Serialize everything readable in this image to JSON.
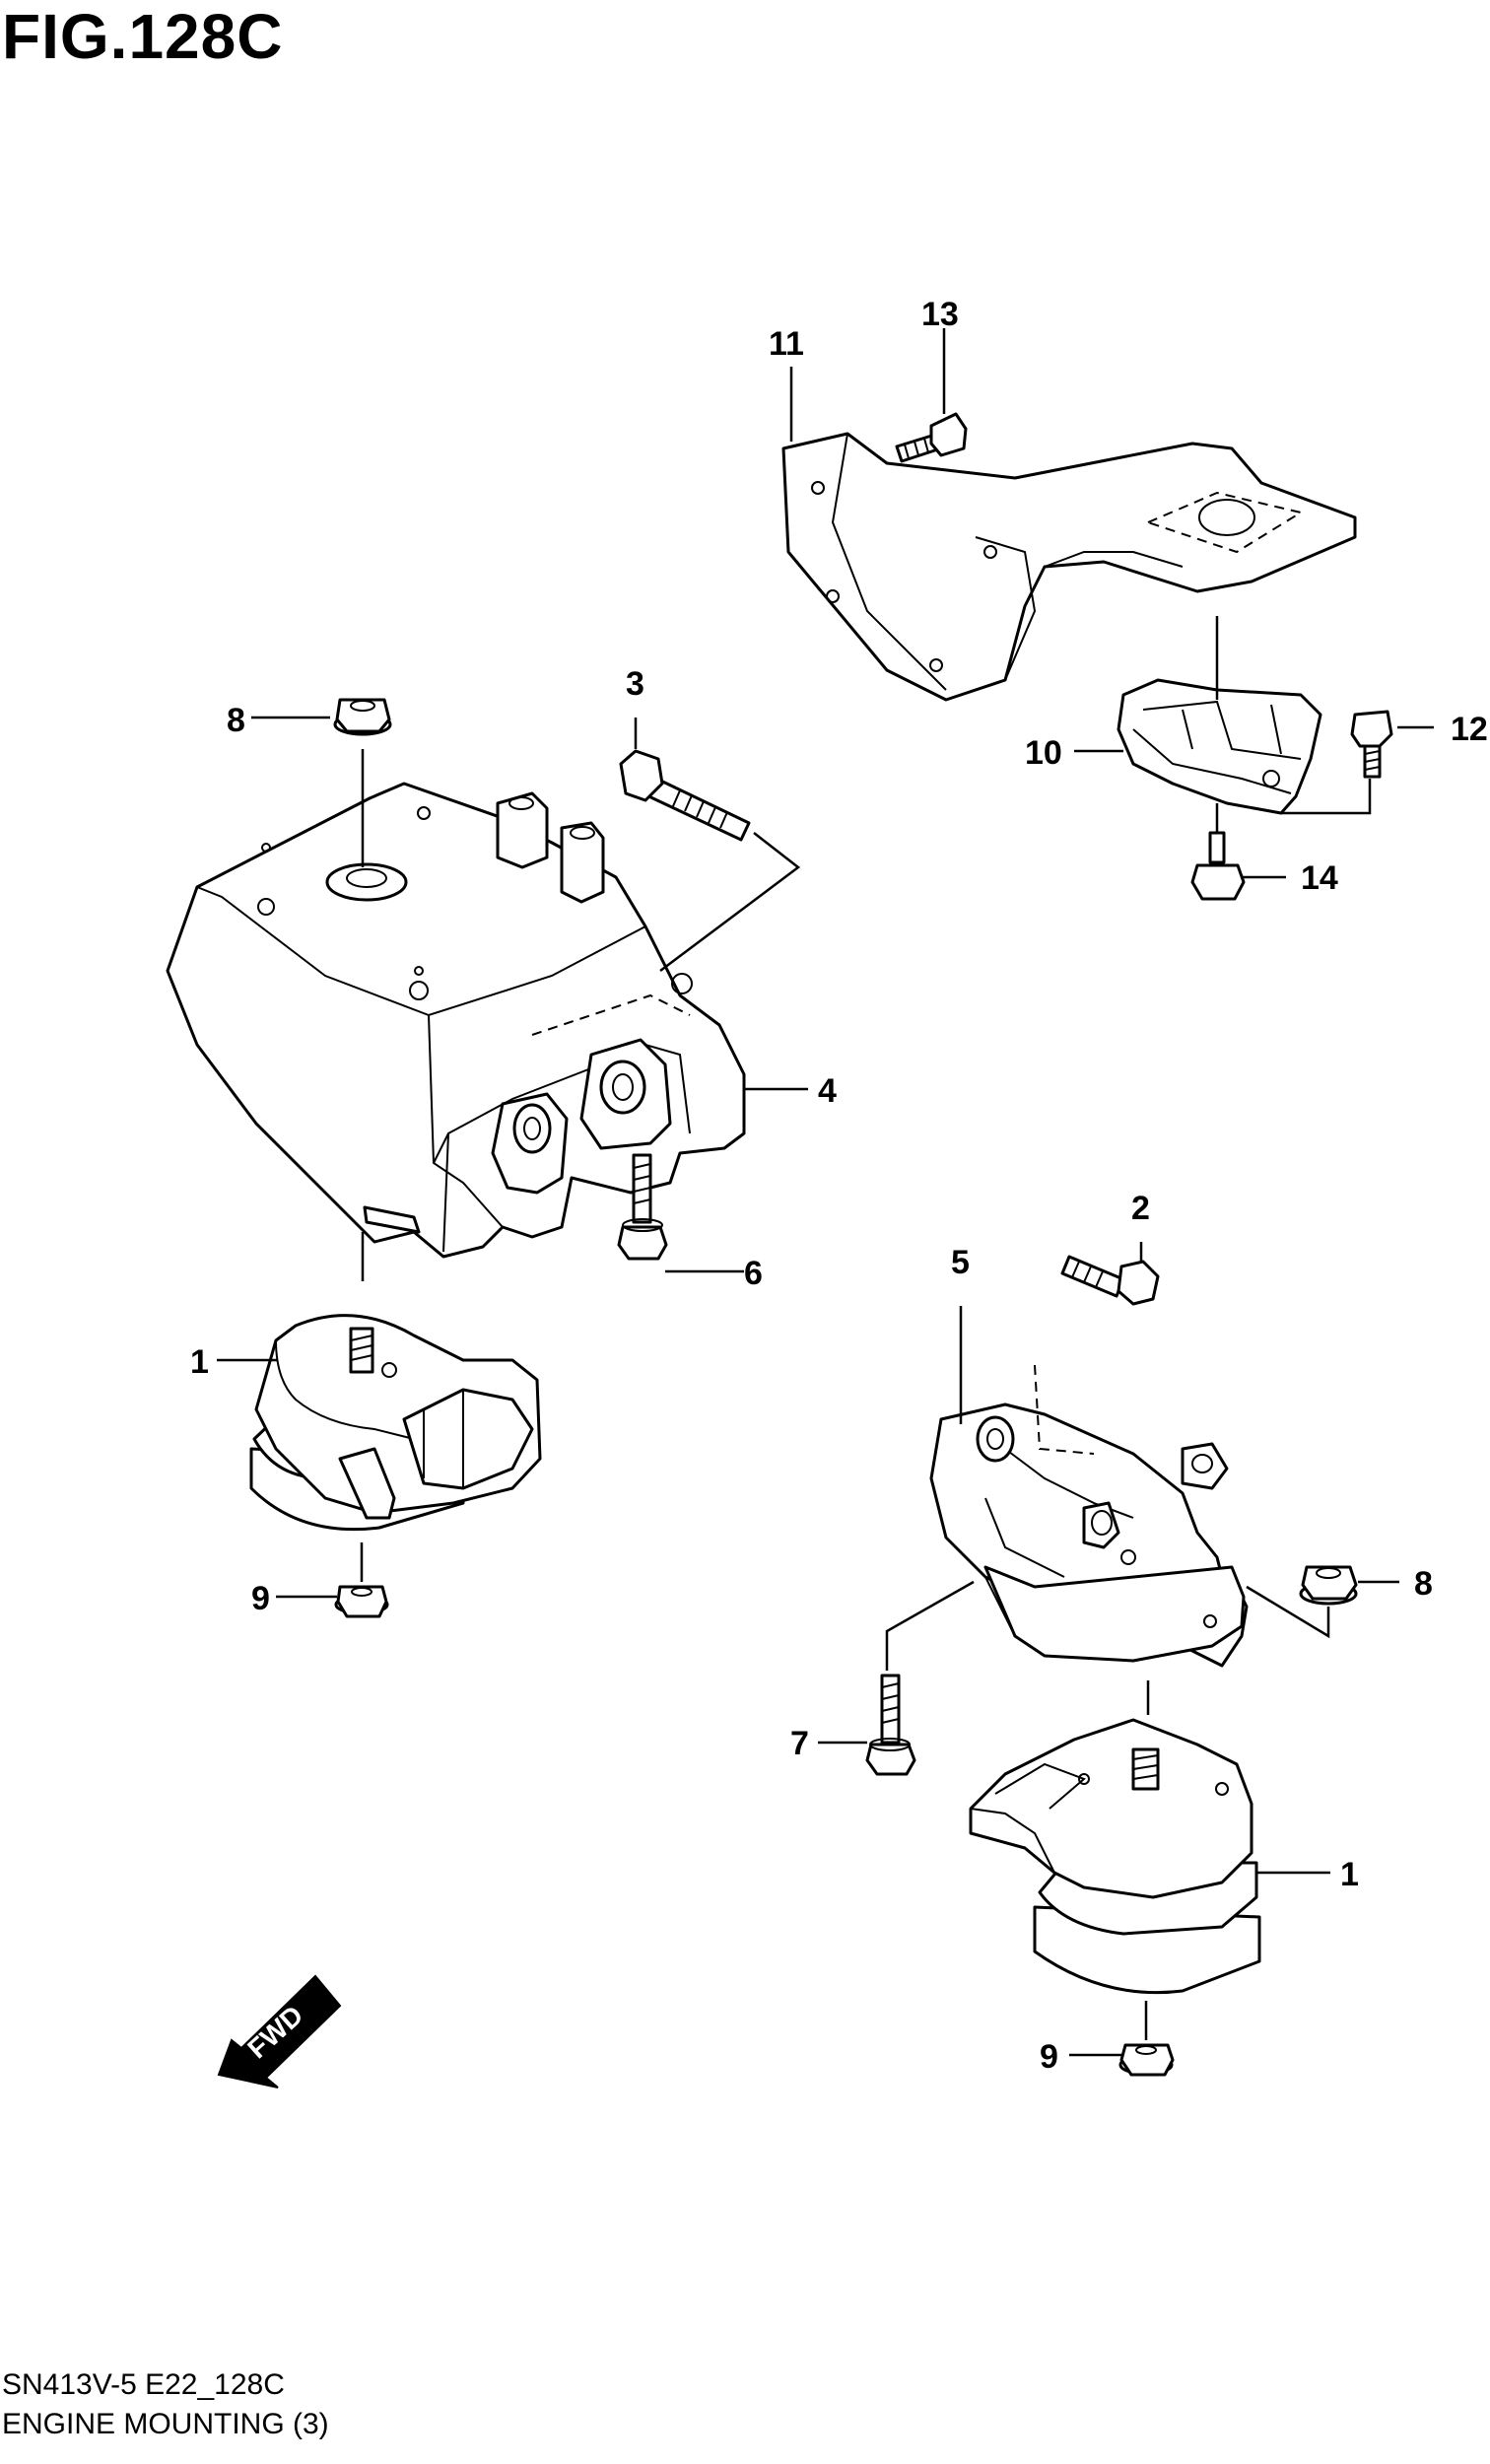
{
  "figure": {
    "title": "FIG.128C"
  },
  "callouts": {
    "c1a": "1",
    "c1b": "1",
    "c2": "2",
    "c3": "3",
    "c4": "4",
    "c5": "5",
    "c6": "6",
    "c7": "7",
    "c8a": "8",
    "c8b": "8",
    "c9a": "9",
    "c9b": "9",
    "c10": "10",
    "c11": "11",
    "c12": "12",
    "c13": "13",
    "c14": "14"
  },
  "fwd_label": "FWD",
  "footer": {
    "code": "SN413V-5 E22_128C",
    "caption": "ENGINE MOUNTING (3)"
  }
}
